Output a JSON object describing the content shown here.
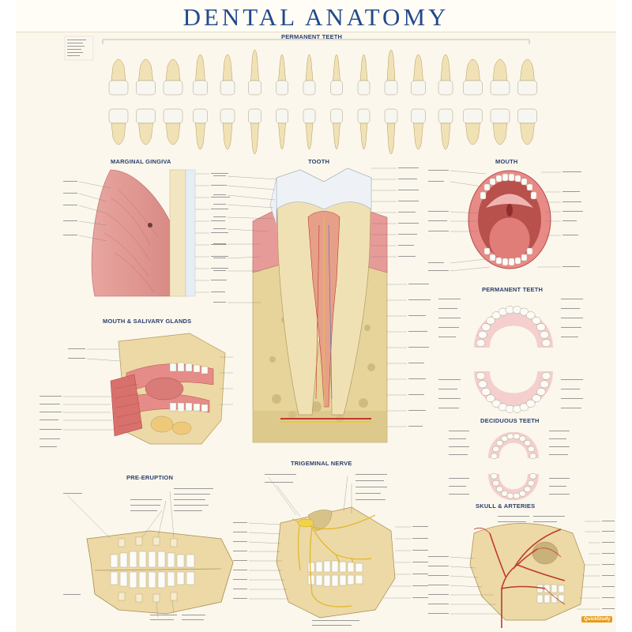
{
  "poster": {
    "title": "DENTAL ANATOMY",
    "brand": "QuickStudy"
  },
  "sections": {
    "permanent_teeth_row": "PERMANENT TEETH",
    "marginal_gingiva": "MARGINAL GINGIVA",
    "tooth": "TOOTH",
    "mouth": "MOUTH",
    "permanent_teeth_arch": "PERMANENT TEETH",
    "mouth_salivary": "MOUTH & SALIVARY GLANDS",
    "deciduous_teeth": "DECIDUOUS TEETH",
    "pre_eruption": "PRE-ERUPTION",
    "trigeminal_nerve": "TRIGEMINAL NERVE",
    "skull_arteries": "SKULL & ARTERIES"
  },
  "colors": {
    "title_blue": "#21498c",
    "background": "#fbf7ec",
    "tooth": "#f0e3bd",
    "enamel": "#eef1f4",
    "gum": "#e9a7a4",
    "bone": "#e2cd8f",
    "nerve": "#e8c82e",
    "artery": "#c0392b",
    "brand": "#e89b1a"
  }
}
